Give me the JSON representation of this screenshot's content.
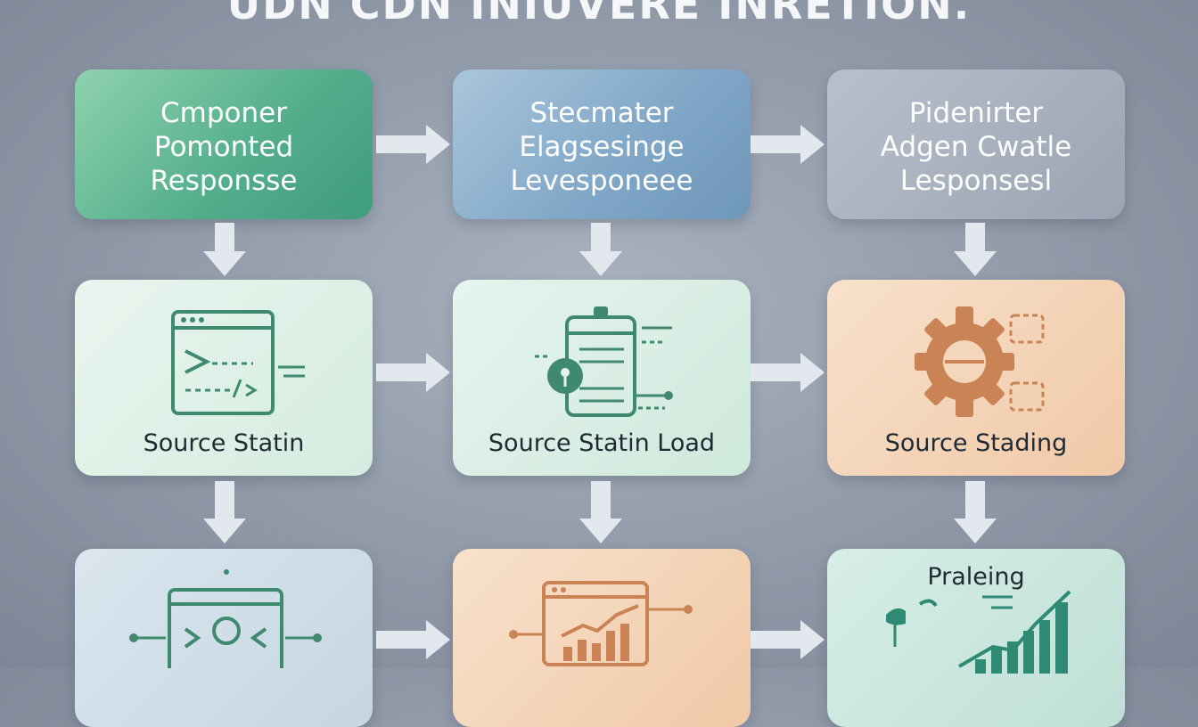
{
  "title": "UDN CDN INIUVERE INRETION.",
  "nodes": {
    "row1": [
      {
        "lines": [
          "Cmponer",
          "Pomonted",
          "Responsse"
        ]
      },
      {
        "lines": [
          "Stecmater",
          "Elagsesinge",
          "Levesponeee"
        ]
      },
      {
        "lines": [
          "Pidenirter",
          "Adgen Cwatle",
          "Lesponsesl"
        ]
      }
    ],
    "row2": [
      {
        "label": "Source Statin",
        "icon": "terminal-window-icon"
      },
      {
        "label": "Source Statin Load",
        "icon": "mobile-document-icon"
      },
      {
        "label": "Source Stading",
        "icon": "gear-icon"
      }
    ],
    "row3": [
      {
        "label": "",
        "icon": "user-window-icon"
      },
      {
        "label": "",
        "icon": "chart-window-icon"
      },
      {
        "label": "Praleing",
        "icon": "bar-chart-icon"
      }
    ]
  },
  "colors": {
    "green": "#52ad8b",
    "blue": "#7fa6c6",
    "gray": "#9aa4b2",
    "peach": "#f0c9a7",
    "icon_green": "#3f8a6f",
    "icon_orange": "#c98355"
  }
}
